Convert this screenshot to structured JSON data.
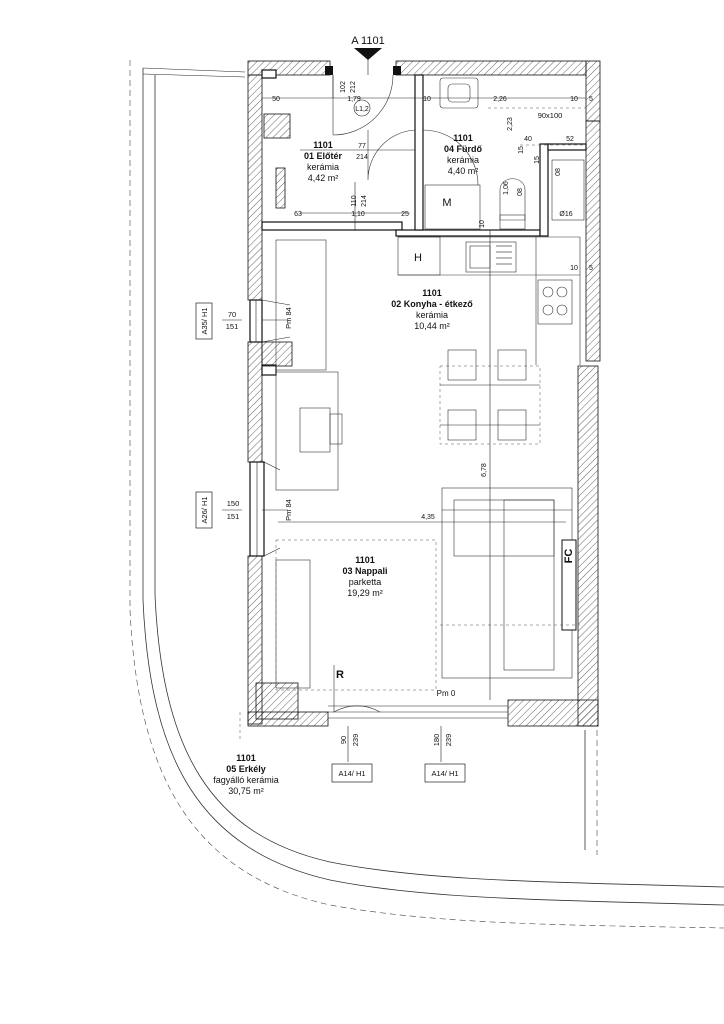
{
  "section_marker": "A 1101",
  "rooms": {
    "eloter": {
      "num": "1101",
      "name": "01 Előtér",
      "material": "kerámia",
      "area": "4,42 m²"
    },
    "furdo": {
      "num": "1101",
      "name": "04 Fürdő",
      "material": "kerámia",
      "area": "4,40 m²"
    },
    "konyha": {
      "num": "1101",
      "name": "02 Konyha - étkező",
      "material": "kerámia",
      "area": "10,44 m²"
    },
    "nappali": {
      "num": "1101",
      "name": "03 Nappali",
      "material": "parketta",
      "area": "19,29 m²"
    },
    "erkely": {
      "num": "1101",
      "name": "05 Erkély",
      "material": "fagyálló kerámia",
      "area": "30,75 m²"
    }
  },
  "windows": {
    "a35": {
      "tag": "A35/ H1",
      "w": "70",
      "h": "151",
      "pm": "Pm 84"
    },
    "a26": {
      "tag": "A26/ H1",
      "w": "150",
      "h": "151",
      "pm": "Pm 84"
    },
    "a14_left": {
      "tag": "A14/ H1",
      "w": "90",
      "h": "239"
    },
    "a14_right": {
      "tag": "A14/ H1",
      "w": "180",
      "h": "239"
    }
  },
  "fixtures": {
    "h": "H",
    "m": "M",
    "r": "R",
    "fc": "FC",
    "l12": "L1,2",
    "shower": "90x100",
    "pipe": "Ø16"
  },
  "dimensions": {
    "d50": "50",
    "d179": "1,79",
    "d10a": "10",
    "d226": "2,26",
    "d10b": "10",
    "d5a": "5",
    "d102": "102",
    "d212": "212",
    "d77": "77",
    "d214a": "214",
    "d223": "2,23",
    "d40": "40",
    "d52": "52",
    "d15a": "15",
    "d15b": "15",
    "d08a": "08",
    "d08b": "08",
    "d106": "1,06",
    "d110": "110",
    "d214b": "214",
    "d63": "63",
    "d110b": "1,10",
    "d25": "25",
    "d10c": "10",
    "d10d": "10",
    "d5b": "5",
    "d678": "6,78",
    "d435": "4,35",
    "pm0": "Pm 0"
  }
}
